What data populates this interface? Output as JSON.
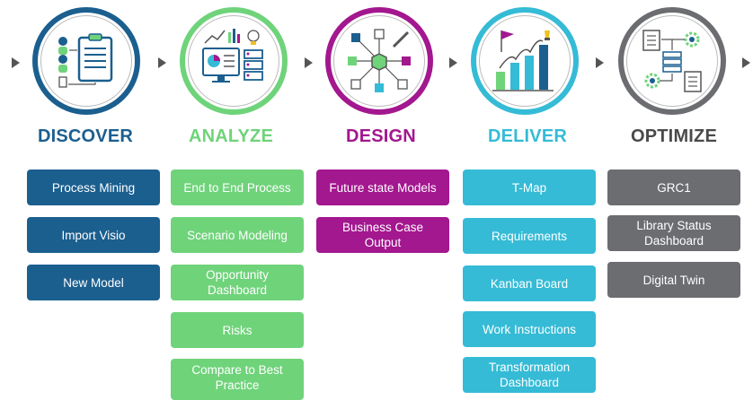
{
  "colors": {
    "discover": "#1b5f8f",
    "analyze": "#6fd37a",
    "design": "#a3178f",
    "deliver": "#35bbd6",
    "optimize": "#6b6d70"
  },
  "phases": [
    {
      "title": "DISCOVER",
      "items": [
        "Process Mining",
        "Import Visio",
        "New Model"
      ]
    },
    {
      "title": "ANALYZE",
      "items": [
        "End to End Process",
        "Scenario Modeling",
        "Opportunity Dashboard",
        "Risks",
        "Compare to Best Practice"
      ]
    },
    {
      "title": "DESIGN",
      "items": [
        "Future state Models",
        "Business Case Output"
      ]
    },
    {
      "title": "DELIVER",
      "items": [
        "T-Map",
        "Requirements",
        "Kanban Board",
        "Work Instructions",
        "Transformation Dashboard"
      ]
    },
    {
      "title": "OPTIMIZE",
      "items": [
        "GRC1",
        "Library Status Dashboard",
        "Digital Twin"
      ]
    }
  ],
  "icons": [
    "discover-clipboard-icon",
    "analyze-dashboard-icon",
    "design-network-icon",
    "deliver-growth-chart-icon",
    "optimize-process-gears-icon"
  ]
}
